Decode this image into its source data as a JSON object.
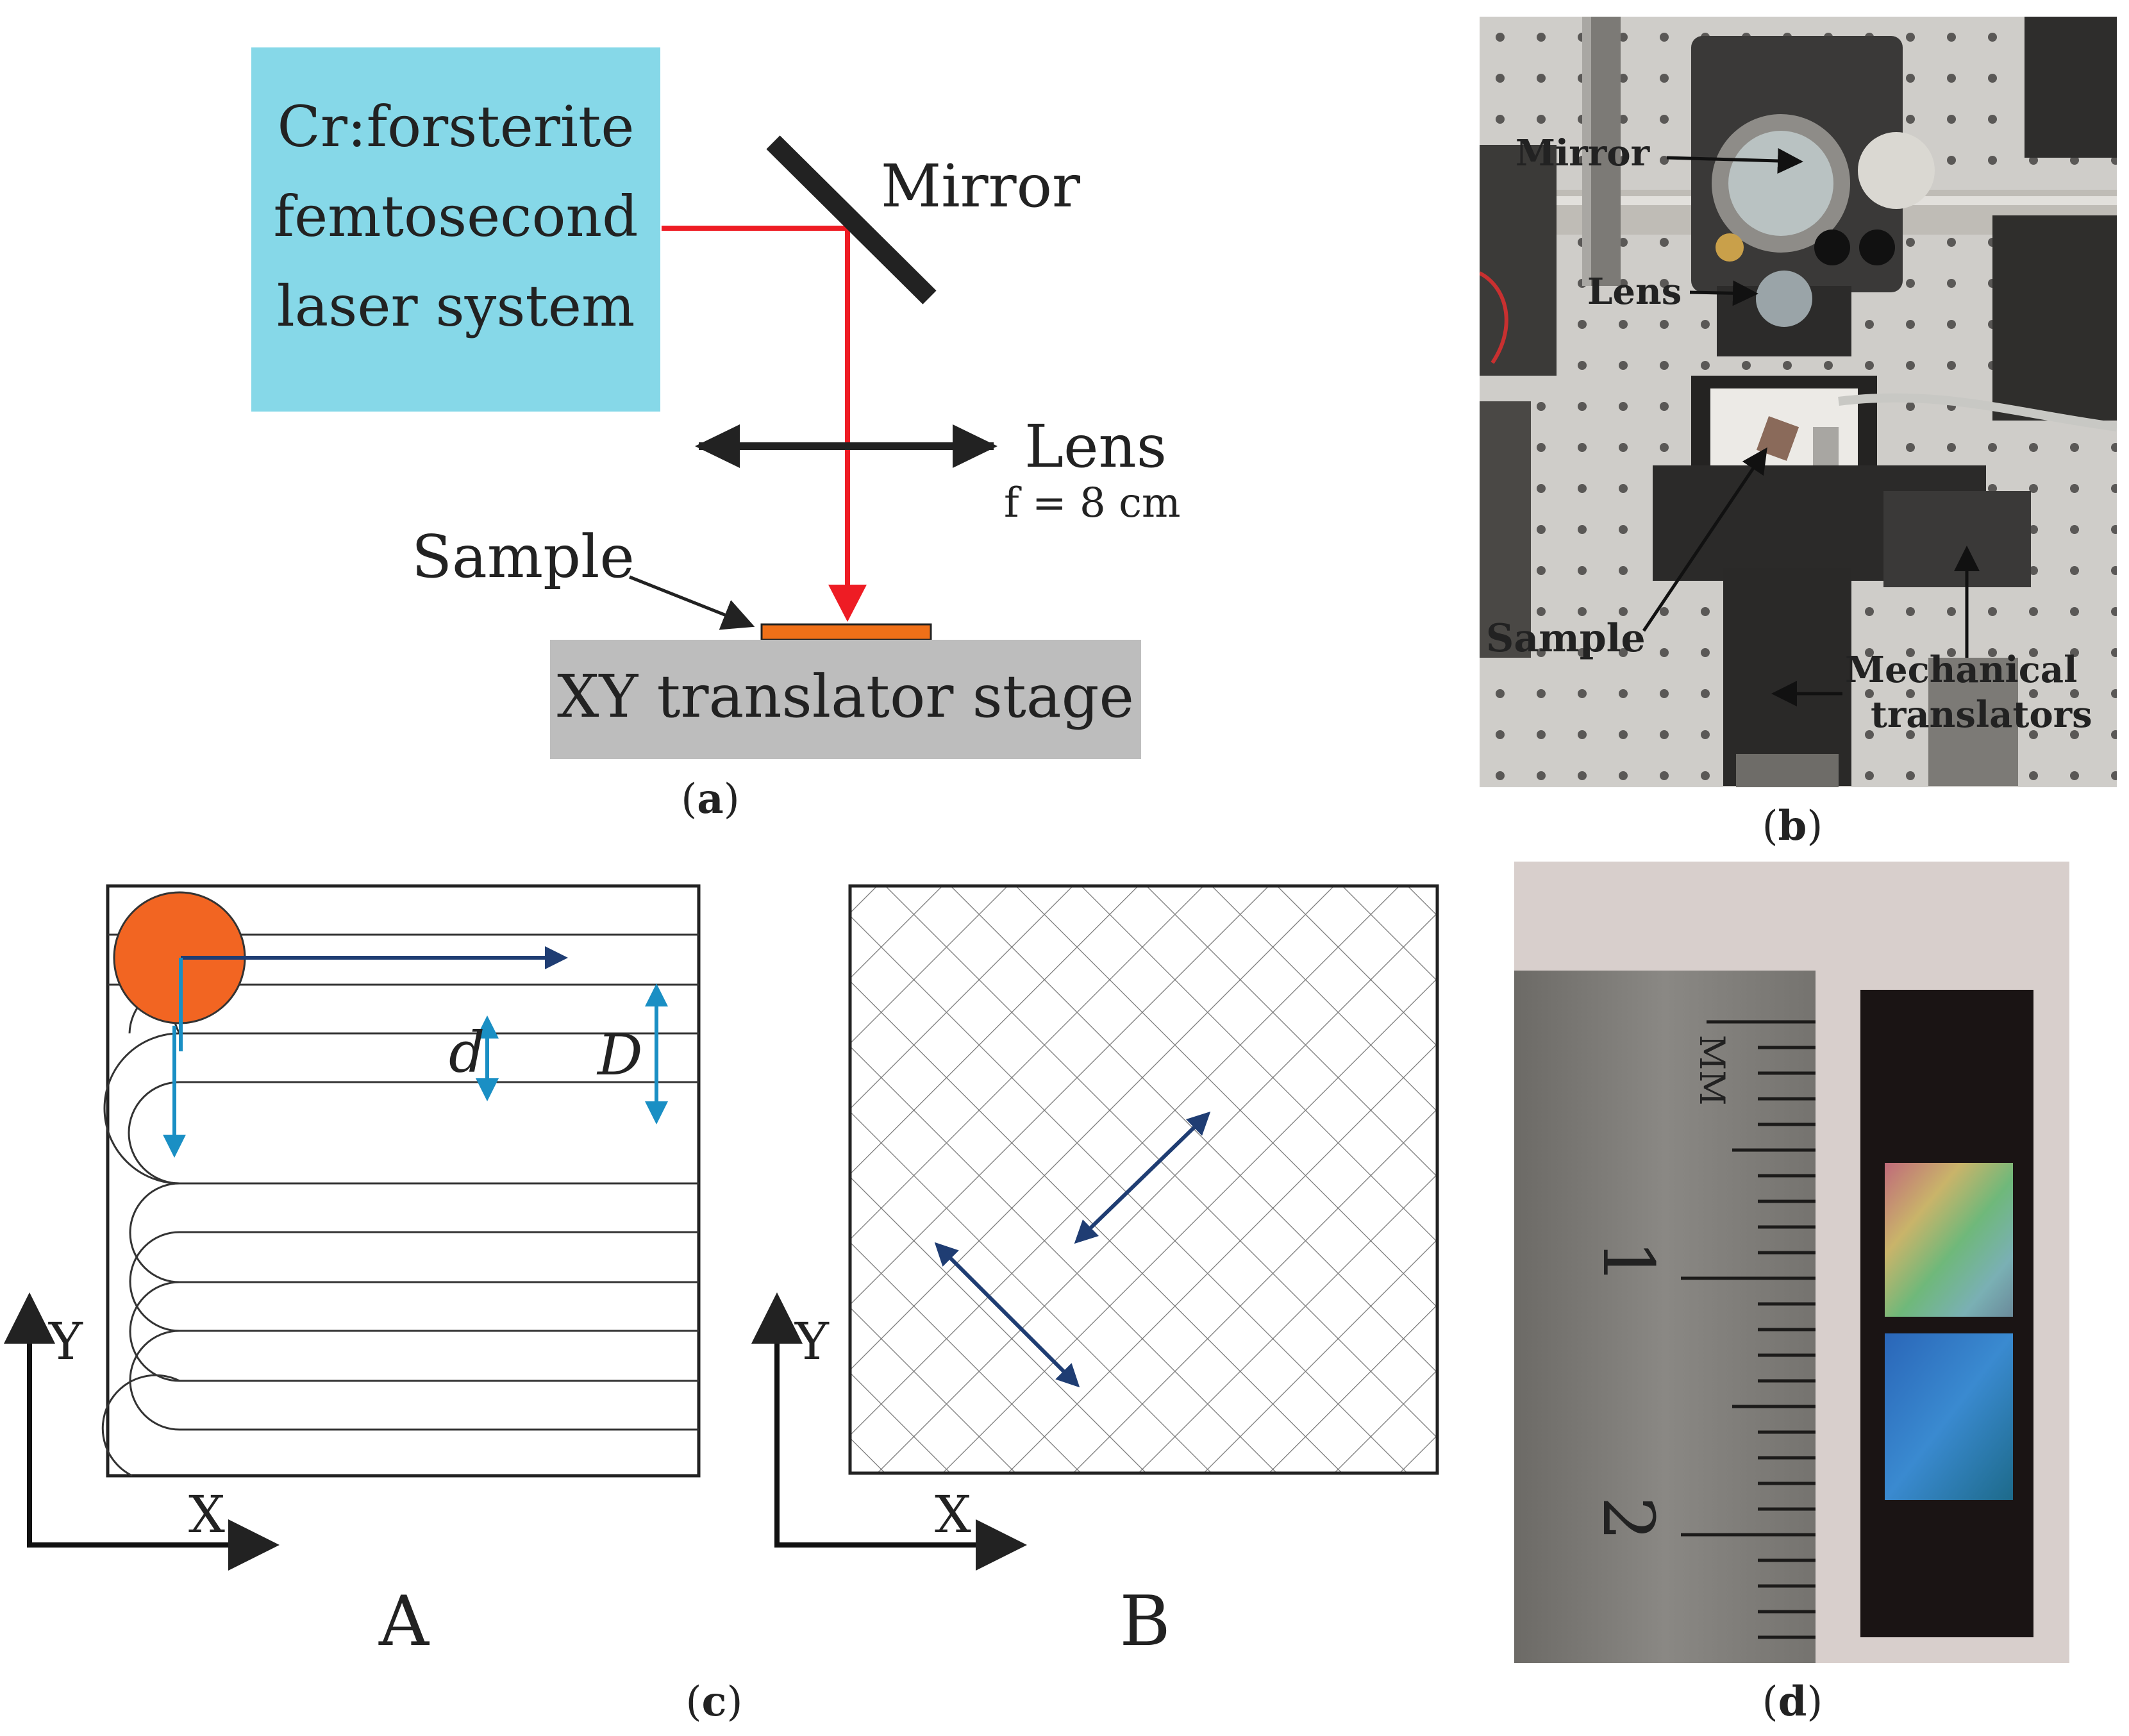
{
  "panel_a": {
    "laser_line1": "Cr:forsterite",
    "laser_line2": "femtosecond",
    "laser_line3": "laser system",
    "mirror": "Mirror",
    "lens": "Lens",
    "focal": "f = 8 cm",
    "sample": "Sample",
    "stage": "XY translator stage",
    "caption_open": "(",
    "caption_letter": "a",
    "caption_close": ")"
  },
  "panel_b": {
    "mirror": "Mirror",
    "lens": "Lens",
    "sample": "Sample",
    "mech1": "Mechanical",
    "mech2": "translators",
    "caption_open": "(",
    "caption_letter": "b",
    "caption_close": ")"
  },
  "panel_c": {
    "d_label": "d",
    "D_label": "D",
    "y_axis": "Y",
    "x_axis": "X",
    "label_A": "A",
    "label_B": "B",
    "caption_open": "(",
    "caption_letter": "c",
    "caption_close": ")"
  },
  "panel_d": {
    "ruler_unit": "MM",
    "ruler_1": "1",
    "ruler_2": "2",
    "caption_open": "(",
    "caption_letter": "d",
    "caption_close": ")"
  },
  "colors": {
    "laser_box": "#86d8e8",
    "beam": "#ee1c24",
    "sample": "#f07018",
    "stage": "#bdbdbd",
    "scan_arrow": "#1f3d73",
    "dim_arrow": "#1a8fc4",
    "spot": "#f26522"
  }
}
